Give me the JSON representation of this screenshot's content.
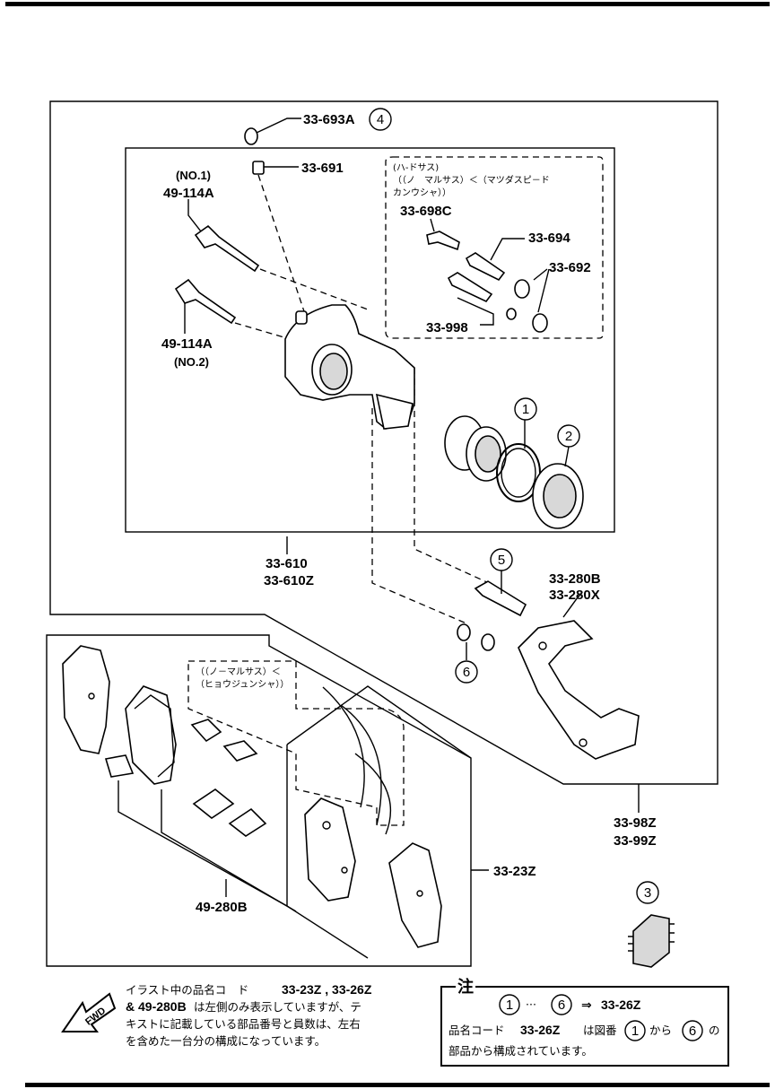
{
  "labels": {
    "p33_693A": "33-693A",
    "p33_691": "33-691",
    "no1": "(NO.1)",
    "p49_114A_1": "49-114A",
    "p49_114A_2": "49-114A",
    "no2": "(NO.2)",
    "hard_note_1": "(ハ-ドサス)",
    "hard_note_2": "（（ノ　マルサス）＜（マツダスピ－ド",
    "hard_note_3": "カンウシャ））",
    "p33_698C": "33-698C",
    "p33_694": "33-694",
    "p33_692": "33-692",
    "p33_998": "33-998",
    "p33_610": "33-610",
    "p33_610Z": "33-610Z",
    "p33_280B": "33-280B",
    "p33_280X": "33-280X",
    "normal_note_1": "（（ノ－マルサス）＜",
    "normal_note_2": "（ヒョウジュンシャ））",
    "p33_98Z": "33-98Z",
    "p33_99Z": "33-99Z",
    "p33_23Z": "33-23Z",
    "p49_280B": "49-280B"
  },
  "callouts": {
    "c1": "1",
    "c2": "2",
    "c3": "3",
    "c4": "4",
    "c5": "5",
    "c6": "6"
  },
  "fwd": "FWD",
  "footnote": {
    "line1_a": "イラスト中の品名コ　ド",
    "line1_b": "33-23Z , 33-26Z",
    "line2_a": "& 49-280B",
    "line2_b": "は左側のみ表示していますが、テ",
    "line3": "キストに記載している部品番号と員数は、左右",
    "line4": "を含めた一台分の構成になっています。"
  },
  "chu_note": {
    "title": "注",
    "range_from": "1",
    "range_dots": "···",
    "range_to": "6",
    "arrow": "⇒",
    "target": "33-26Z",
    "text_a": "品名コード",
    "text_b": "33-26Z",
    "text_c": "は図番",
    "text_d": "から",
    "text_e": "の",
    "text_f": "部品から構成されています。"
  }
}
